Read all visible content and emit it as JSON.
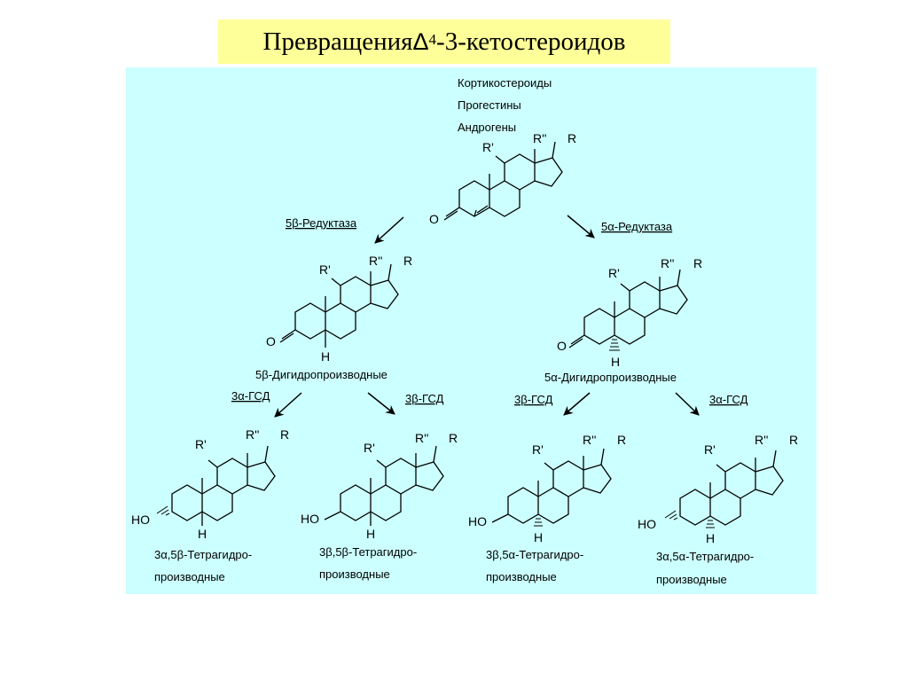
{
  "title": {
    "prefix": "Превращения ",
    "delta": "Δ",
    "superscript": "4",
    "suffix": "-3-кетостероидов"
  },
  "sources": [
    "Кортикостероиды",
    "Прогестины",
    "Андрогены"
  ],
  "atoms": {
    "r1": "R'",
    "r2": "R''",
    "r3": "R",
    "oxo": "O",
    "hydroxy": "HO",
    "hydrogen": "H"
  },
  "enzymes": {
    "red5b": "5β-Редуктаза",
    "red5a": "5α-Редуктаза",
    "hsd3a_left": "3α-ГСД",
    "hsd3b_left": "3β-ГСД",
    "hsd3b_right": "3β-ГСД",
    "hsd3a_right": "3α-ГСД"
  },
  "intermediates": {
    "dihydro5b": "5β-Дигидропроизводные",
    "dihydro5a": "5α-Дигидропроизводные"
  },
  "products": [
    {
      "line1": "3α,5β-Тетрагидро-",
      "line2": "производные"
    },
    {
      "line1": "3β,5β-Тетрагидро-",
      "line2": "производные"
    },
    {
      "line1": "3β,5α-Тетрагидро-",
      "line2": "производные"
    },
    {
      "line1": "3α,5α-Тетрагидро-",
      "line2": "производные"
    }
  ]
}
